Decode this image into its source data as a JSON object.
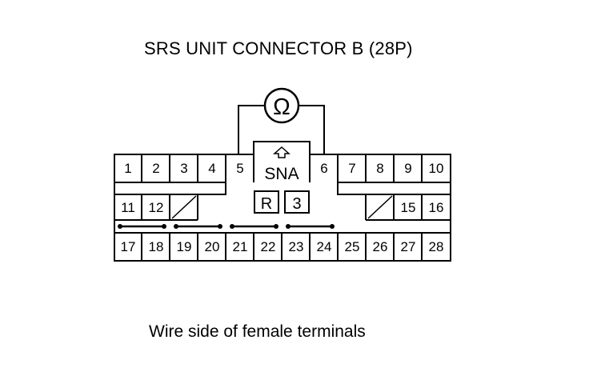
{
  "title": "SRS UNIT CONNECTOR B (28P)",
  "caption": "Wire side of female terminals",
  "meter_symbol": "Ω",
  "key_label": "SNA",
  "key_arrow_icon": "up-arrow-icon",
  "inset_labels": [
    "R",
    "3"
  ],
  "row1": [
    "1",
    "2",
    "3",
    "4",
    "5",
    "6",
    "7",
    "8",
    "9",
    "10"
  ],
  "row2": [
    "11",
    "12",
    "15",
    "16"
  ],
  "row3": [
    "17",
    "18",
    "19",
    "20",
    "21",
    "22",
    "23",
    "24",
    "25",
    "26",
    "27",
    "28"
  ],
  "jumper_pairs": [
    [
      "17",
      "18"
    ],
    [
      "19",
      "20"
    ],
    [
      "21",
      "22"
    ],
    [
      "23",
      "24"
    ]
  ],
  "meter_probes": [
    "5",
    "6"
  ]
}
